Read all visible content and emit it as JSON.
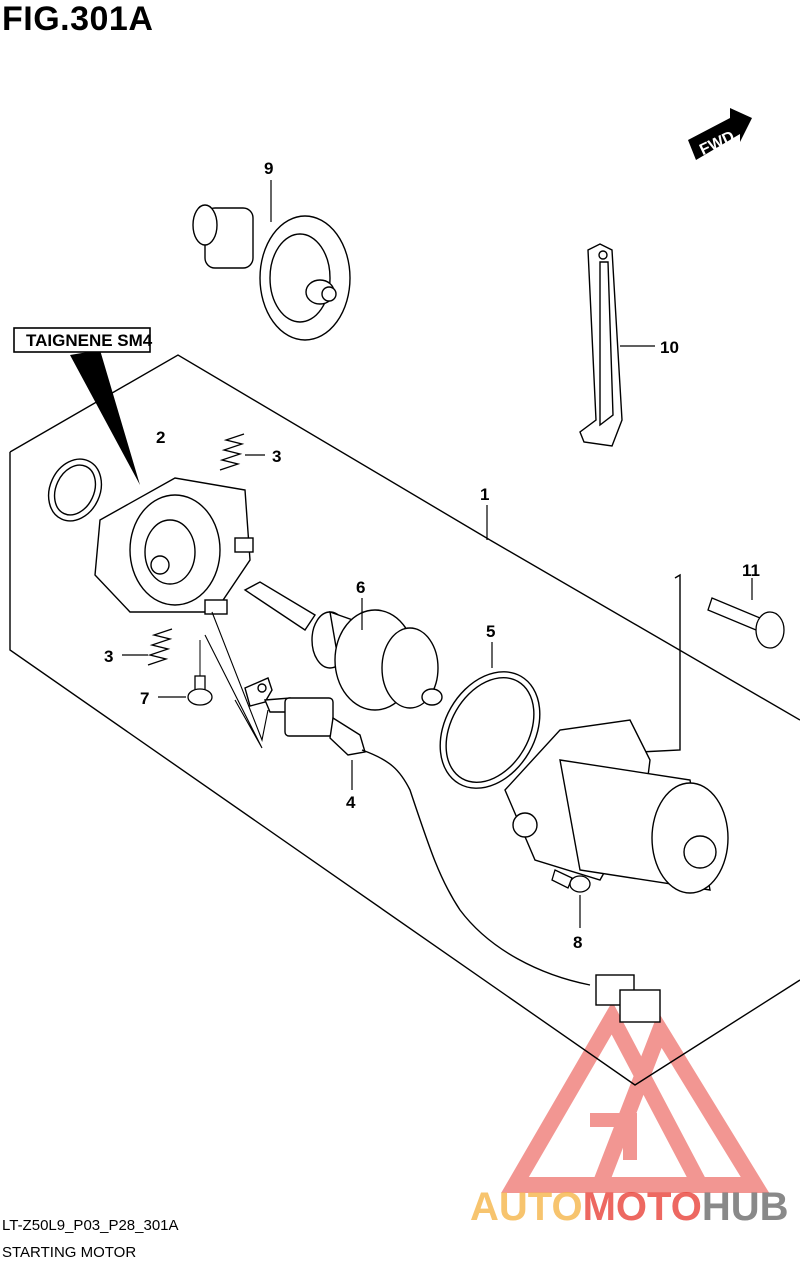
{
  "figure_title": "FIG.301A",
  "direction_marker": "FWD",
  "lubricant_callout": "TAIGNENE SM4",
  "callouts": {
    "c1": "1",
    "c2": "2",
    "c3a": "3",
    "c3b": "3",
    "c4": "4",
    "c5": "5",
    "c6": "6",
    "c7": "7",
    "c8": "8",
    "c9": "9",
    "c10": "10",
    "c11": "11"
  },
  "footer": {
    "code": "LT-Z50L9_P03_P28_301A",
    "name": "STARTING MOTOR"
  },
  "watermark": {
    "part1": "AUTO",
    "part2": "MOTO",
    "part3": "HUB",
    "color_orange": "#f5b54a",
    "color_red": "#e8423a",
    "color_dark": "#6b6b6b"
  }
}
